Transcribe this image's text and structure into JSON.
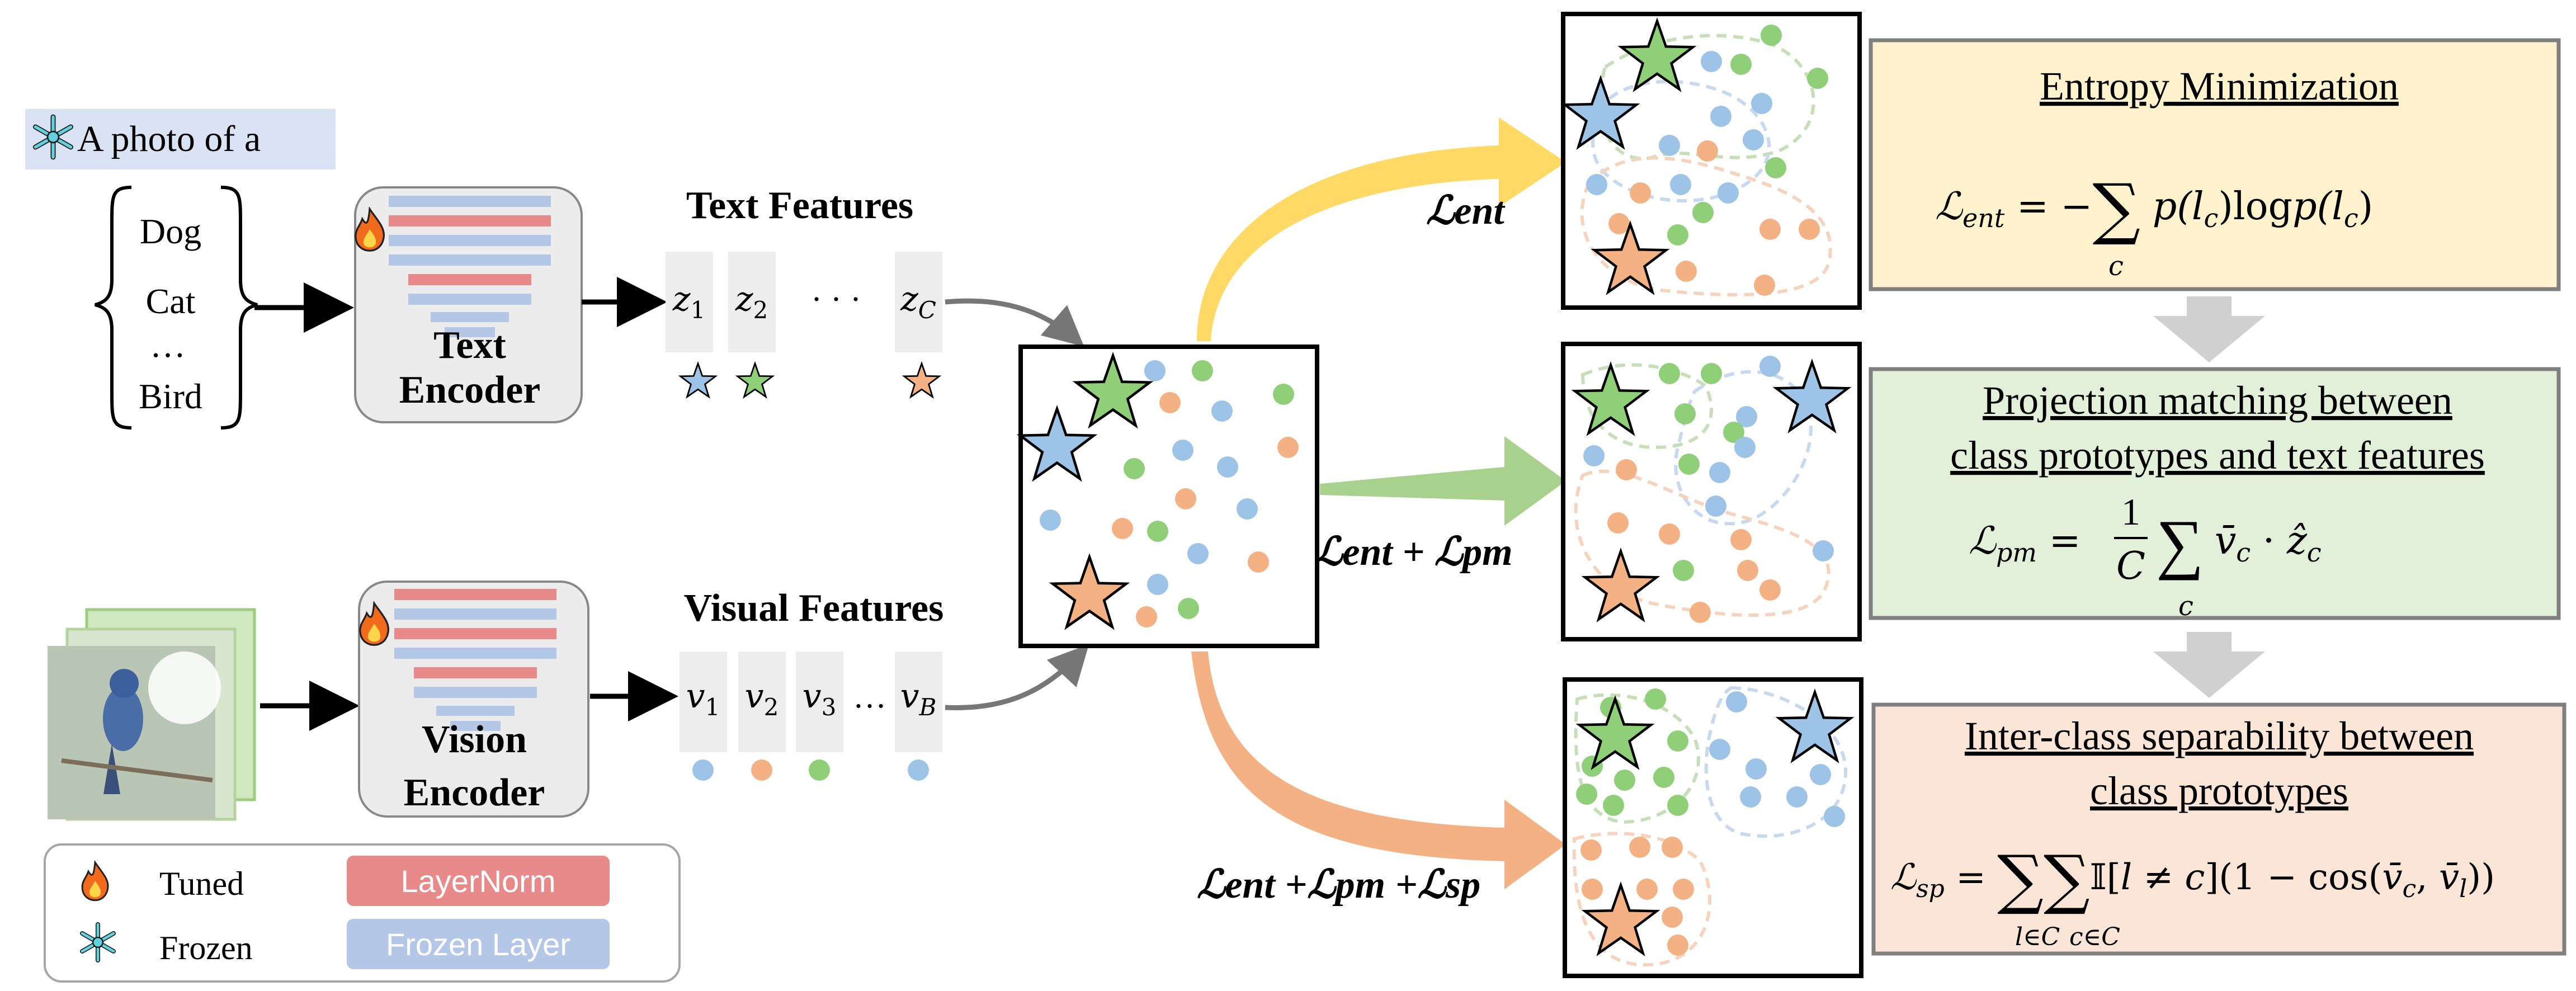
{
  "prompt": {
    "icon": "snowflake-icon",
    "text": "A photo of a",
    "classes": [
      "Dog",
      "Cat",
      "…",
      "Bird"
    ]
  },
  "text_encoder": {
    "line1": "Text",
    "line2": "Encoder",
    "icon": "flame-icon"
  },
  "vision_encoder": {
    "line1": "Vision",
    "line2": "Encoder",
    "icon": "flame-icon"
  },
  "text_features": {
    "title": "Text Features",
    "labels": [
      "z",
      "z",
      "z"
    ],
    "subscripts": [
      "1",
      "2",
      "C"
    ],
    "dots": "· · ·"
  },
  "visual_features": {
    "title": "Visual Features",
    "labels": [
      "v",
      "v",
      "v",
      "v"
    ],
    "subscripts": [
      "1",
      "2",
      "3",
      "B"
    ],
    "dots": "…"
  },
  "legend": {
    "tuned": "Tuned",
    "frozen": "Frozen",
    "layernorm": "LayerNorm",
    "frozen_layer": "Frozen Layer"
  },
  "losses": {
    "top": "ℒent",
    "middle": "ℒent + ℒpm",
    "bottom": "ℒent +ℒpm +ℒsp"
  },
  "boxes": {
    "entropy": {
      "title": "Entropy Minimization",
      "formula": "ℒent = − ∑c p(lc)logp(lc)"
    },
    "projection": {
      "title_line1": "Projection matching between",
      "title_line2": "class prototypes and text features",
      "formula": "ℒpm = 1/C ∑c v̄c · ẑc"
    },
    "separability": {
      "title_line1": "Inter-class separability between",
      "title_line2": "class prototypes",
      "formula": "ℒsp = ∑l∈C ∑c∈C 𝕀[l ≠ c](1 − cos(v̄c, v̄l))"
    }
  },
  "colors": {
    "blue": "#9dc3e6",
    "green": "#8fcf78",
    "orange": "#f4b183",
    "layernorm": "#e88a8a",
    "frozen_layer": "#b4c7e7",
    "arrow_yellow": "#ffd966",
    "arrow_green": "#a9d18e",
    "arrow_orange": "#f4b183",
    "box_yellow": "#fff2cc",
    "box_green": "#e2f0d9",
    "box_orange": "#fbe5d6"
  }
}
